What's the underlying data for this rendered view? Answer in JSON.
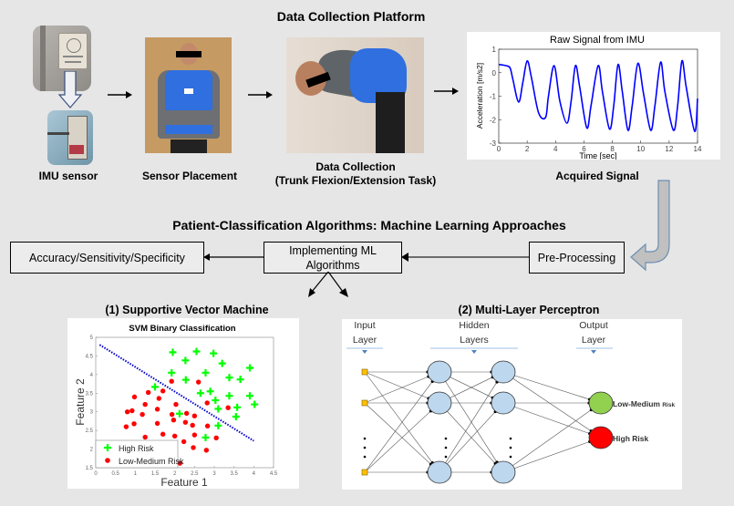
{
  "top": {
    "title": "Data Collection Platform",
    "steps": [
      {
        "id": "imu",
        "caption": "IMU sensor",
        "icon": "imu-sensor-photo"
      },
      {
        "id": "placement",
        "caption": "Sensor Placement",
        "icon": "sensor-vest-photo"
      },
      {
        "id": "collection",
        "caption_lines": [
          "Data Collection",
          "(Trunk Flexion/Extension Task)"
        ],
        "icon": "trunk-flexion-photo"
      },
      {
        "id": "signal",
        "caption": "Acquired Signal"
      }
    ]
  },
  "middle": {
    "title": "Patient-Classification Algorithms: Machine Learning Approaches",
    "boxes": {
      "metrics": "Accuracy/Sensitivity/Specificity",
      "ml_line1": "Implementing ML",
      "ml_line2": "Algorithms",
      "preprocessing": "Pre-Processing"
    }
  },
  "bottom": {
    "svm_title": "(1) Supportive Vector Machine",
    "mlp_title": "(2) Multi-Layer Perceptron",
    "mlp": {
      "layer_labels": [
        {
          "line1": "Input",
          "line2": "Layer"
        },
        {
          "line1": "Hidden",
          "line2": "Layers"
        },
        {
          "line1": "Output",
          "line2": "Layer"
        }
      ],
      "outputs": [
        {
          "label_main": "Low-Medium",
          "label_small": "Risk",
          "color": "#92d050"
        },
        {
          "label_main": "High Risk",
          "label_small": "",
          "color": "#ff0000"
        }
      ],
      "neuron_color": "#bdd7ee",
      "input_color": "#ffc000"
    }
  },
  "colors": {
    "background": "#e6e6e6",
    "signal": "#0000ff",
    "high_risk": "#00ff00",
    "low_risk": "#ff0000",
    "arrow_fill": "#c0c0c0",
    "arrow_stroke": "#6d8fb3"
  },
  "chart_data": [
    {
      "type": "line",
      "title": "Raw Signal from IMU",
      "xlabel": "Time [sec]",
      "ylabel": "Acceleration [m/s2]",
      "xlim": [
        0,
        14
      ],
      "ylim": [
        -3,
        1
      ],
      "xticks": [
        0,
        2,
        4,
        6,
        8,
        10,
        12,
        14
      ],
      "yticks": [
        -3,
        -2,
        -1,
        0,
        1
      ],
      "grid": false,
      "series": [
        {
          "name": "acceleration",
          "color": "#0000ff",
          "x": [
            0,
            0.5,
            0.8,
            1.0,
            1.4,
            1.7,
            2.0,
            2.3,
            2.8,
            3.3,
            3.5,
            3.9,
            4.3,
            4.8,
            5.1,
            5.4,
            5.7,
            6.2,
            6.5,
            7.0,
            7.3,
            7.8,
            8.1,
            8.4,
            8.7,
            9.1,
            9.4,
            9.8,
            10.2,
            10.7,
            11.0,
            11.4,
            11.7,
            12.3,
            12.6,
            12.9,
            13.2,
            13.8,
            14.0
          ],
          "y": [
            0.35,
            0.3,
            0.2,
            -0.3,
            -1.25,
            -0.4,
            0.5,
            -0.2,
            -1.7,
            -1.9,
            -1.0,
            0.3,
            -1.2,
            -2.15,
            -1.2,
            0.3,
            -0.6,
            -2.35,
            -1.4,
            0.3,
            -0.8,
            -2.4,
            -1.4,
            0.35,
            -0.8,
            -2.45,
            -1.4,
            0.4,
            -0.9,
            -2.45,
            -1.4,
            0.45,
            -0.8,
            -2.45,
            -1.4,
            0.5,
            -0.6,
            -2.5,
            -1.1
          ]
        }
      ]
    },
    {
      "type": "scatter",
      "title": "SVM Binary Classification",
      "xlabel": "Feature 1",
      "ylabel": "Feature 2",
      "xlim": [
        0,
        4.5
      ],
      "ylim": [
        1.5,
        5
      ],
      "xticks": [
        0,
        0.5,
        1,
        1.5,
        2,
        2.5,
        3,
        3.5,
        4,
        4.5
      ],
      "yticks": [
        1.5,
        2,
        2.5,
        3,
        3.5,
        4,
        4.5,
        5
      ],
      "legend": "bottom-left",
      "series": [
        {
          "name": "High Risk",
          "marker": "plus",
          "color": "#00ff00",
          "points": [
            [
              1.95,
              4.6
            ],
            [
              2.55,
              4.62
            ],
            [
              2.98,
              4.57
            ],
            [
              2.27,
              4.38
            ],
            [
              3.2,
              4.3
            ],
            [
              3.9,
              4.18
            ],
            [
              1.92,
              4.05
            ],
            [
              2.28,
              3.86
            ],
            [
              2.78,
              4.05
            ],
            [
              3.38,
              3.92
            ],
            [
              3.66,
              3.87
            ],
            [
              1.5,
              3.67
            ],
            [
              2.65,
              3.5
            ],
            [
              2.9,
              3.55
            ],
            [
              3.38,
              3.43
            ],
            [
              3.9,
              3.43
            ],
            [
              3.03,
              3.31
            ],
            [
              4.02,
              3.2
            ],
            [
              3.1,
              3.08
            ],
            [
              3.58,
              3.12
            ],
            [
              2.12,
              2.95
            ],
            [
              3.55,
              2.87
            ],
            [
              3.1,
              2.63
            ],
            [
              2.78,
              2.31
            ]
          ]
        },
        {
          "name": "Low-Medium Risk",
          "marker": "dot",
          "color": "#ff0000",
          "points": [
            [
              1.92,
              3.82
            ],
            [
              2.6,
              3.8
            ],
            [
              1.7,
              3.56
            ],
            [
              1.33,
              3.52
            ],
            [
              0.98,
              3.4
            ],
            [
              1.6,
              3.36
            ],
            [
              2.03,
              3.2
            ],
            [
              2.82,
              3.24
            ],
            [
              1.25,
              3.2
            ],
            [
              0.8,
              3.0
            ],
            [
              0.92,
              3.03
            ],
            [
              1.56,
              3.07
            ],
            [
              3.35,
              3.11
            ],
            [
              1.18,
              2.93
            ],
            [
              1.93,
              2.93
            ],
            [
              2.3,
              2.96
            ],
            [
              2.5,
              2.89
            ],
            [
              1.97,
              2.78
            ],
            [
              0.97,
              2.68
            ],
            [
              1.56,
              2.69
            ],
            [
              2.27,
              2.72
            ],
            [
              2.45,
              2.64
            ],
            [
              2.83,
              2.62
            ],
            [
              0.77,
              2.6
            ],
            [
              1.7,
              2.4
            ],
            [
              2.0,
              2.35
            ],
            [
              2.5,
              2.38
            ],
            [
              1.25,
              2.32
            ],
            [
              3.05,
              2.3
            ],
            [
              2.23,
              2.2
            ],
            [
              2.47,
              2.04
            ],
            [
              2.8,
              1.97
            ],
            [
              2.13,
              1.62
            ]
          ]
        }
      ],
      "decision_boundary": {
        "color": "#0000cc",
        "style": "dotted",
        "from": [
          0.1,
          4.8
        ],
        "to": [
          4.0,
          2.22
        ]
      }
    }
  ]
}
